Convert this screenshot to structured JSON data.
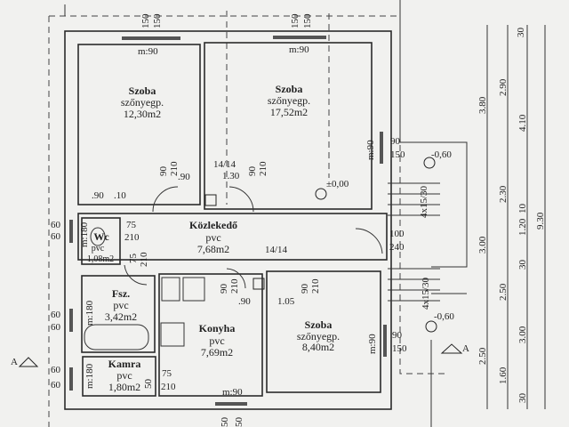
{
  "rooms": {
    "szoba1": {
      "name": "Szoba",
      "floor": "szőnyegp.",
      "area": "12,30m2"
    },
    "szoba2": {
      "name": "Szoba",
      "floor": "szőnyegp.",
      "area": "17,52m2"
    },
    "kozlekedo": {
      "name": "Közlekedő",
      "floor": "pvc",
      "area": "7,68m2"
    },
    "wc": {
      "name": "Wc",
      "floor": "pvc",
      "area": "1,08m2"
    },
    "fsz": {
      "name": "Fsz.",
      "floor": "pvc",
      "area": "3,42m2"
    },
    "konyha": {
      "name": "Konyha",
      "floor": "pvc",
      "area": "7,69m2"
    },
    "kamra": {
      "name": "Kamra",
      "floor": "pvc",
      "area": "1,80m2"
    },
    "szoba3": {
      "name": "Szoba",
      "floor": "szőnyegp.",
      "area": "8,40m2"
    }
  },
  "dims": {
    "top150a": "150",
    "top150b": "150",
    "top150c": "150",
    "top150d": "150",
    "m90a": "m:90",
    "m90b": "m:90",
    "m90c": "m:90",
    "m90d": "m:90",
    "m90e": "m:90",
    "d90a": "90",
    "d210a": "210",
    "p90a": ".90",
    "h1414a": "14/14",
    "d130": "1.30",
    "d90b": "90",
    "d210b": "210",
    "p90b": ".90",
    "p10": ".10",
    "w90": "90",
    "w150": "150",
    "lvl1": "-0,60",
    "lvl0": "±0,00",
    "st1": "4x15/30",
    "r380": "3.80",
    "r290": "2.90",
    "r30a": "30",
    "r410": "4.10",
    "r230": "2.30",
    "r10": "10",
    "r120": "1.20",
    "r930": "9.30",
    "r300a": "3.00",
    "r30b": "30",
    "r250a": "2.50",
    "r300b": "3.00",
    "r250b": "2.50",
    "r160": "1.60",
    "r30c": "30",
    "l60a": "60",
    "l60b": "60",
    "m180a": "m:180",
    "d75a": "75",
    "d210c": "210",
    "d75b": "75",
    "d210d": "210",
    "h1414b": "14/14",
    "d100": "100",
    "d240": "240",
    "l60c": "60",
    "l60d": "60",
    "m180b": "m:180",
    "d90c": "90",
    "d210e": "210",
    "p90c": ".90",
    "d105": "1.05",
    "d90d": "90",
    "d210f": "210",
    "w90b": "90",
    "w150b": "150",
    "lvl2": "-0,60",
    "st2": "4x15/30",
    "secA1": "A",
    "secA2": "A",
    "l60e": "60",
    "l60f": "60",
    "m180c": "m:180",
    "d50": "50",
    "d75c": "75",
    "d210g": "210",
    "b50": "50",
    "b50b": "50"
  }
}
